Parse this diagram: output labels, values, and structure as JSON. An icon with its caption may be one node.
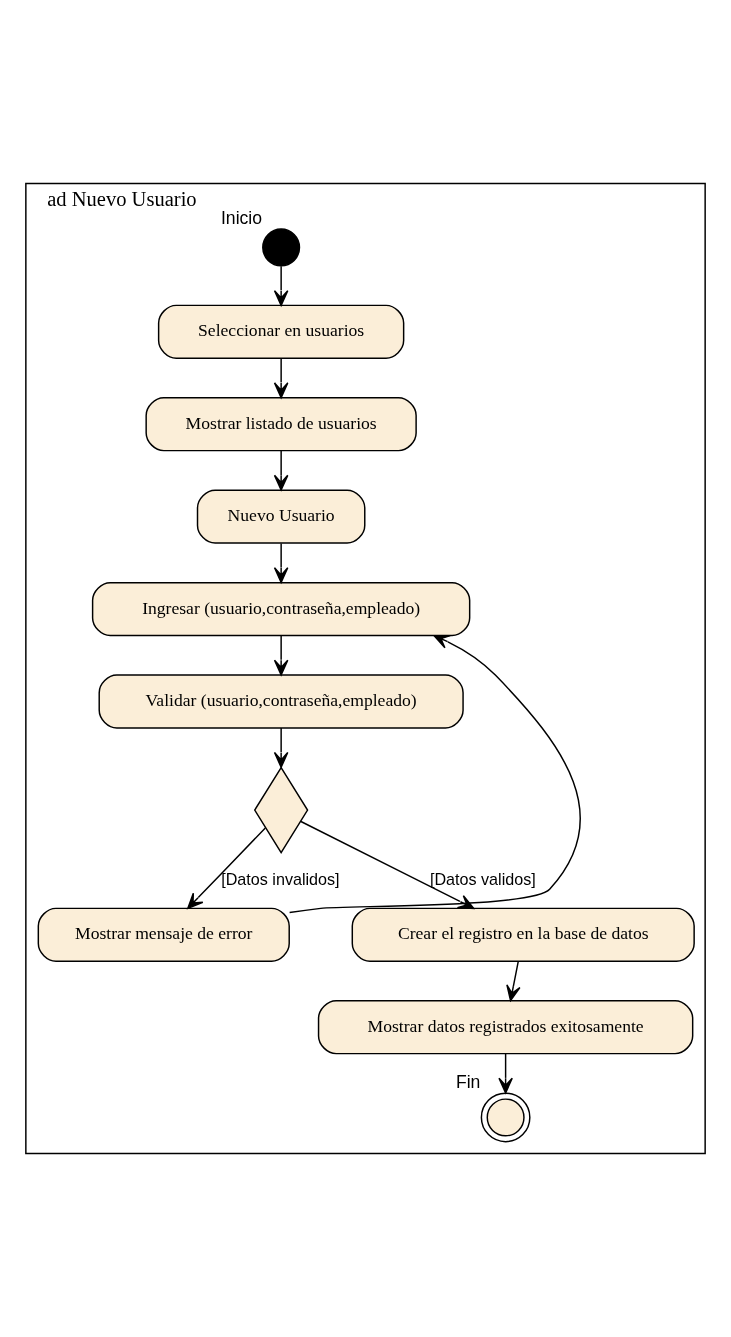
{
  "diagram": {
    "nodes": [
      {
        "text": [
          "ad Nuevo Usuario"
        ]
      },
      {
        "text": [],
        "shape": "circle",
        "beside": [
          "Inicio"
        ],
        "in": 0
      },
      {
        "text": [
          "Seleccionar en usuarios"
        ],
        "in": 0
      },
      {
        "text": [
          "Mostrar listado de usuarios"
        ],
        "in": 0
      },
      {
        "text": [
          "Nuevo Usuario"
        ],
        "in": 0
      },
      {
        "text": [
          "Ingresar (usuario,contraseña,empleado)"
        ],
        "in": 0
      },
      {
        "text": [
          "Validar (usuario,contraseña,empleado)"
        ],
        "in": 0
      },
      {
        "text": [],
        "shape": "diamond",
        "in": 0
      },
      {
        "text": [
          "Mostrar mensaje de error"
        ],
        "in": 0
      },
      {
        "text": [
          "Crear el registro en la base de datos"
        ],
        "in": 0
      },
      {
        "text": [
          "Mostrar datos registrados exitosamente"
        ],
        "in": 0
      },
      {
        "text": [],
        "shape": "circle",
        "beside": [
          "Fin"
        ],
        "in": 0
      }
    ],
    "edges": [
      {
        "from": 1,
        "to": 2,
        "arrow": "to"
      },
      {
        "from": 2,
        "to": 3,
        "arrow": "to"
      },
      {
        "from": 3,
        "to": 4,
        "arrow": "to"
      },
      {
        "from": 4,
        "to": 5,
        "arrow": "to"
      },
      {
        "from": 5,
        "to": 6,
        "arrow": "to"
      },
      {
        "from": 6,
        "to": 7,
        "arrow": "to"
      },
      {
        "from": 7,
        "to": 8,
        "arrow": "to",
        "label": "[Datos invalidos]"
      },
      {
        "from": 8,
        "to": 5,
        "arrow": "to"
      },
      {
        "from": 7,
        "to": 9,
        "arrow": "to",
        "label": "[Datos validos]"
      },
      {
        "from": 9,
        "to": 10,
        "arrow": "to"
      },
      {
        "from": 10,
        "to": 11,
        "arrow": "to"
      }
    ]
  }
}
